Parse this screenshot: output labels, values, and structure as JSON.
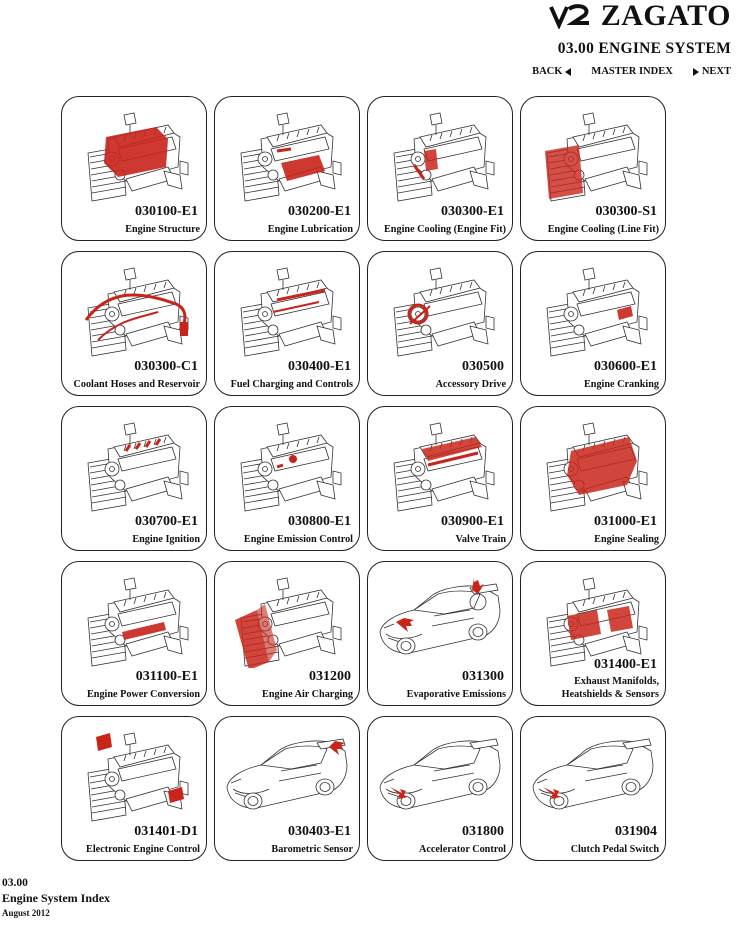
{
  "brand": {
    "logo_text": "V12",
    "name": "ZAGATO"
  },
  "section_title": "03.00 ENGINE SYSTEM",
  "nav": {
    "back": "BACK",
    "master": "MASTER INDEX",
    "next": "NEXT"
  },
  "highlight_color": "#c8241a",
  "cards": [
    {
      "code": "030100-E1",
      "label": "Engine Structure",
      "image": "engine",
      "highlight": "block"
    },
    {
      "code": "030200-E1",
      "label": "Engine Lubrication",
      "image": "engine",
      "highlight": "sump"
    },
    {
      "code": "030300-E1",
      "label": "Engine Cooling (Engine Fit)",
      "image": "engine",
      "highlight": "pump"
    },
    {
      "code": "030300-S1",
      "label": "Engine Cooling (Line Fit)",
      "image": "engine",
      "highlight": "radiator"
    },
    {
      "code": "030300-C1",
      "label": "Coolant Hoses and Reservoir",
      "image": "engine",
      "highlight": "hoses"
    },
    {
      "code": "030400-E1",
      "label": "Fuel Charging and Controls",
      "image": "engine",
      "highlight": "rail"
    },
    {
      "code": "030500",
      "label": "Accessory Drive",
      "image": "engine",
      "highlight": "front"
    },
    {
      "code": "030600-E1",
      "label": "Engine Cranking",
      "image": "engine",
      "highlight": "starter"
    },
    {
      "code": "030700-E1",
      "label": "Engine Ignition",
      "image": "engine",
      "highlight": "coils"
    },
    {
      "code": "030800-E1",
      "label": "Engine Emission Control",
      "image": "engine",
      "highlight": "valve"
    },
    {
      "code": "030900-E1",
      "label": "Valve Train",
      "image": "engine",
      "highlight": "heads"
    },
    {
      "code": "031000-E1",
      "label": "Engine Sealing",
      "image": "engine",
      "highlight": "covers"
    },
    {
      "code": "031100-E1",
      "label": "Engine Power Conversion",
      "image": "engine",
      "highlight": "crank"
    },
    {
      "code": "031200",
      "label": "Engine Air Charging",
      "image": "engine",
      "highlight": "intake"
    },
    {
      "code": "031300",
      "label": "Evaporative Emissions",
      "image": "car",
      "highlight": "front-rear"
    },
    {
      "code": "031400-E1",
      "label": "Exhaust Manifolds, Heatshields & Sensors",
      "image": "engine",
      "highlight": "exhaust"
    },
    {
      "code": "031401-D1",
      "label": "Electronic Engine Control",
      "image": "engine",
      "highlight": "ecu"
    },
    {
      "code": "030403-E1",
      "label": "Barometric Sensor",
      "image": "car",
      "highlight": "rear"
    },
    {
      "code": "031800",
      "label": "Accelerator Control",
      "image": "car",
      "highlight": "front"
    },
    {
      "code": "031904",
      "label": "Clutch Pedal Switch",
      "image": "car",
      "highlight": "front"
    }
  ],
  "footer": {
    "section_no": "03.00",
    "title": "Engine System Index",
    "date": "August 2012"
  }
}
